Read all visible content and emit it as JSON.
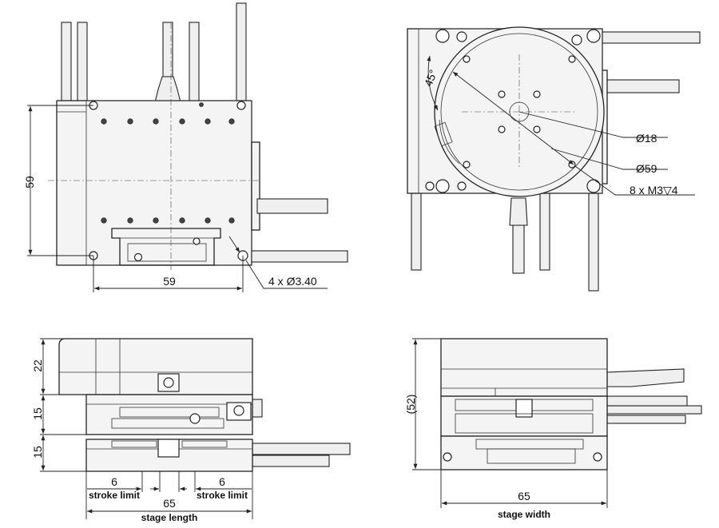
{
  "front_view": {
    "height_label": "59",
    "width_label": "59",
    "hole_callout": "4 x Ø3.40"
  },
  "top_view": {
    "angle_label": "45°",
    "bore_label": "Ø18",
    "circle_label": "Ø59",
    "thread_label": "8 x M3▽4"
  },
  "side_view": {
    "dim_upper": "22",
    "dim_mid": "15",
    "dim_low": "15",
    "stroke_left": "6",
    "stroke_right": "6",
    "stroke_left_label": "stroke limit",
    "stroke_right_label": "stroke limit",
    "length_value": "65",
    "length_label": "stage length"
  },
  "end_view": {
    "height_label": "(52)",
    "width_value": "65",
    "width_label": "stage width"
  }
}
